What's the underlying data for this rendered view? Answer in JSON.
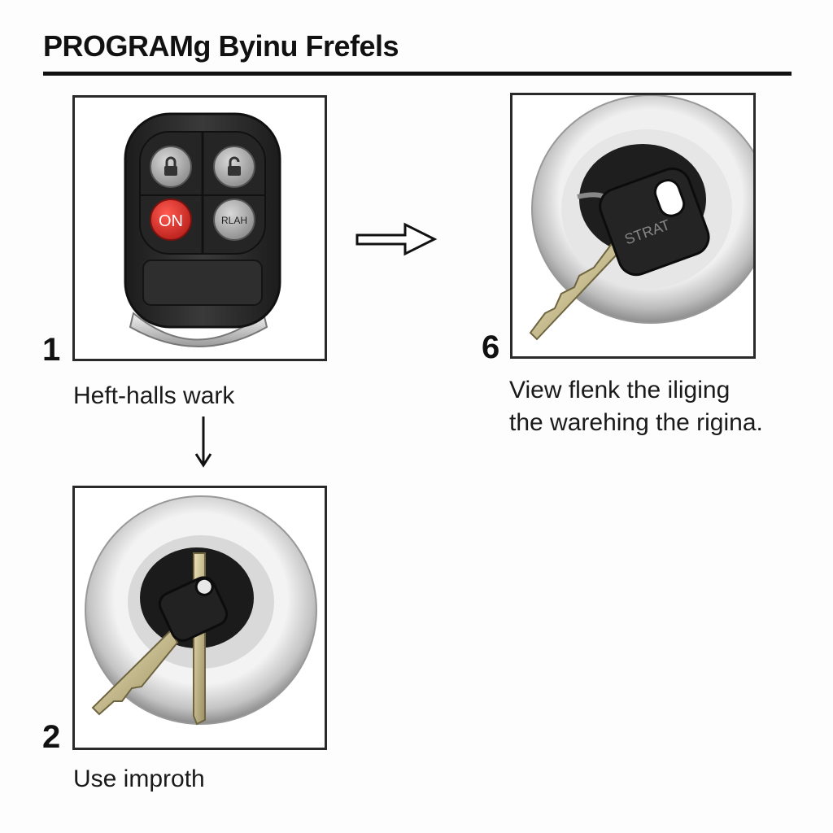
{
  "header": {
    "title": "PROGRAMg Byinu Frefels"
  },
  "steps": [
    {
      "number": "1",
      "caption": "Heft-halls wark",
      "fob": {
        "btn_on": "ON",
        "btn_aux": "RLAH"
      }
    },
    {
      "number": "6",
      "caption_line1": "View flenk the iliging",
      "caption_line2": "the warehing the rigina.",
      "key_label": "STRAT"
    },
    {
      "number": "2",
      "caption": "Use improth"
    }
  ],
  "colors": {
    "accent_red": "#d8302b",
    "fob_body": "#2b2b2b",
    "ink": "#111111"
  }
}
